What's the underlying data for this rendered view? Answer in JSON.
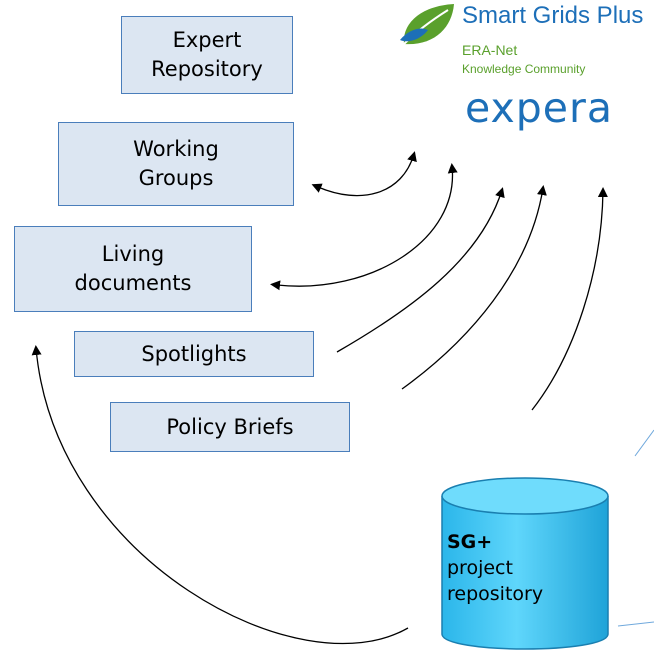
{
  "boxes": {
    "expert_repository": "Expert\nRepository",
    "working_groups": "Working\nGroups",
    "living_documents": "Living\ndocuments",
    "spotlights": "Spotlights",
    "policy_briefs": "Policy Briefs"
  },
  "logo": {
    "title": "Smart Grids Plus",
    "subtitle": "ERA-Net",
    "tagline": "Knowledge Community",
    "wordmark": "expera",
    "icon": "leaf-icon",
    "color_blue": "#1d6fb8",
    "color_green": "#5aa02c"
  },
  "repository": {
    "bold_label": "SG+",
    "line2": "project",
    "line3": "repository",
    "fill_color": "#3fc8f4"
  }
}
